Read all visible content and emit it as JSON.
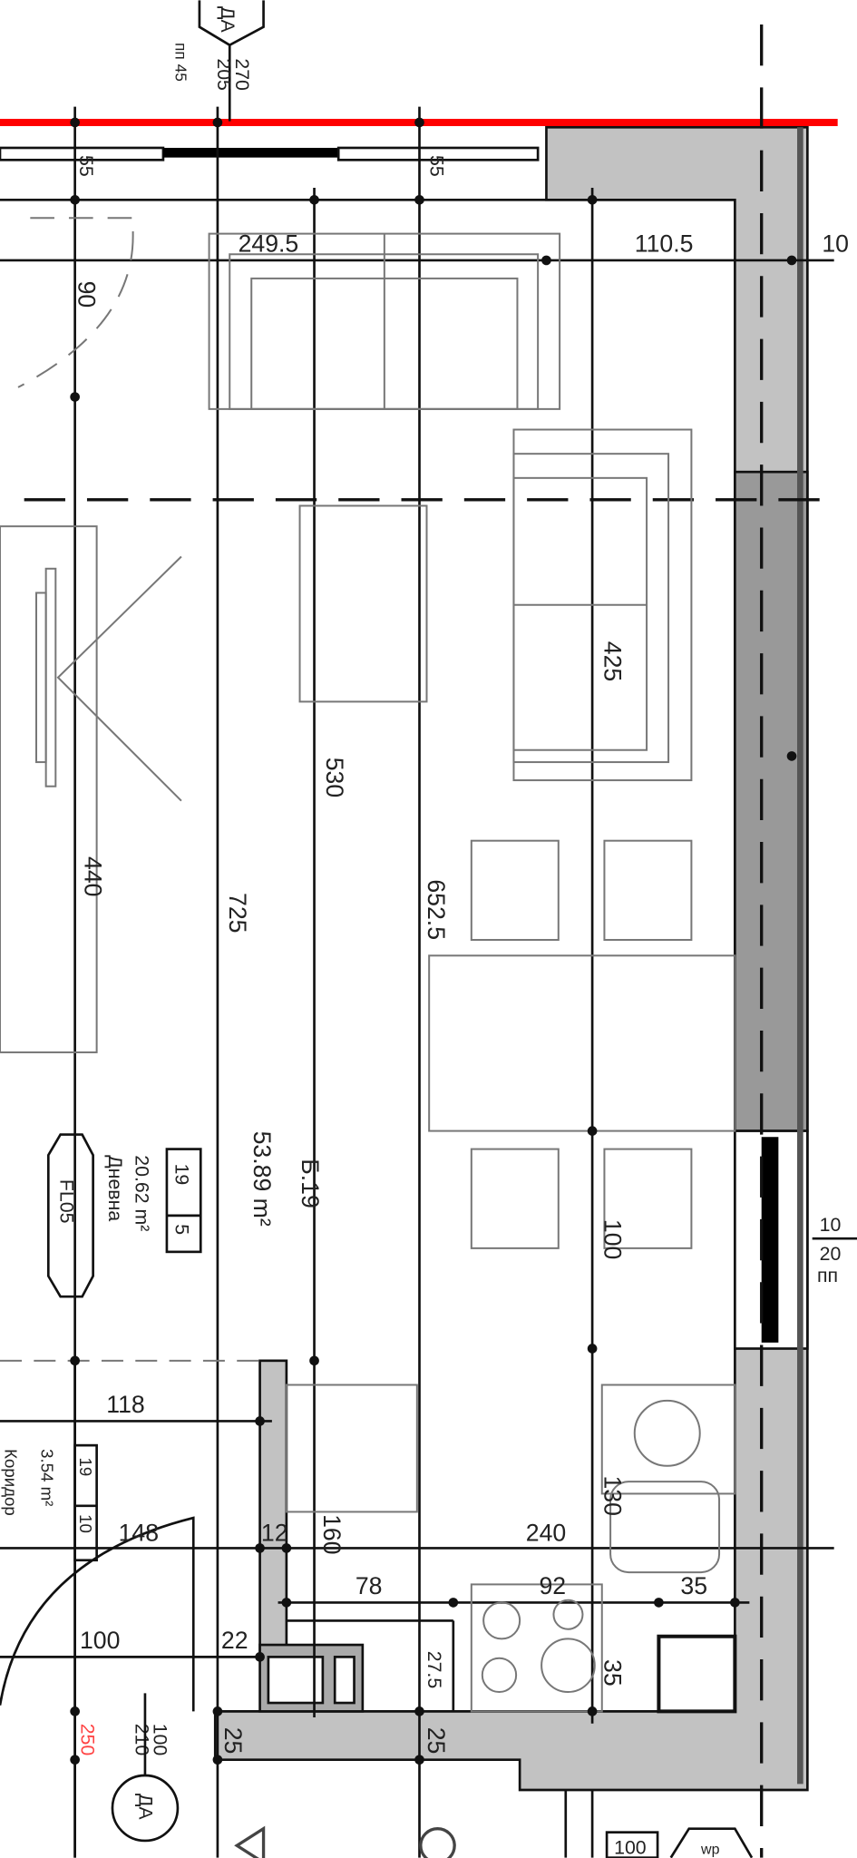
{
  "plan": {
    "top_tag": "ДА",
    "top_heights": [
      "270",
      "205",
      "пп 45"
    ],
    "window_dims": [
      "55",
      "55"
    ],
    "dims": {
      "d249": "249.5",
      "d110": "110.5",
      "d10": "10",
      "d90": "90",
      "d425": "425",
      "d530": "530",
      "d440": "440",
      "d725": "725",
      "d652": "652.5",
      "d100a": "100",
      "d118": "118",
      "d148": "148",
      "d12": "12",
      "d160": "160",
      "d240": "240",
      "d130": "130",
      "d78": "78",
      "d92": "92",
      "d35a": "35",
      "d100b": "100",
      "d22": "22",
      "d275": "27.5",
      "d35b": "35",
      "d25a": "25",
      "d25b": "25"
    },
    "room_main": {
      "code": "Б.19",
      "area": "53.89 m²"
    },
    "room_living": {
      "num": "19",
      "sub": "5",
      "area": "20.62 m²",
      "name": "Дневна",
      "floor_tag": "FL05"
    },
    "room_corridor": {
      "num": "19",
      "sub": "10",
      "area": "3.54 m²",
      "name": "Коридор"
    },
    "door_bottom": {
      "w": "100",
      "h": "210",
      "red": "250",
      "tag": "ДА"
    },
    "right_window": [
      "10",
      "20",
      "пп"
    ],
    "bottom_right": {
      "dim": "100",
      "label": "wp"
    },
    "accent_red": "#ff0000",
    "wall_gray": "#c2c2c2"
  },
  "navbar": {
    "back": "back-icon",
    "home": "home-icon"
  }
}
